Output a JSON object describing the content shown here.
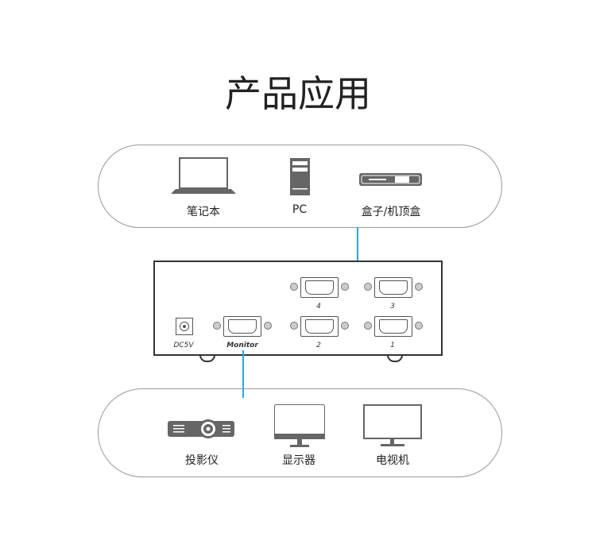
{
  "title": "产品应用",
  "sources": [
    {
      "label": "笔记本",
      "icon": "laptop-icon"
    },
    {
      "label": "PC",
      "icon": "pc-tower-icon"
    },
    {
      "label": "盒子/机顶盒",
      "icon": "set-top-box-icon"
    }
  ],
  "device": {
    "power_label": "DC5V",
    "monitor_label": "Monitor",
    "ports": [
      "4",
      "3",
      "2",
      "1"
    ]
  },
  "outputs": [
    {
      "label": "投影仪",
      "icon": "projector-icon"
    },
    {
      "label": "显示器",
      "icon": "monitor-icon"
    },
    {
      "label": "电视机",
      "icon": "tv-icon"
    }
  ],
  "colors": {
    "connector_line": "#2aa8e0",
    "icon_gray": "#666666"
  }
}
